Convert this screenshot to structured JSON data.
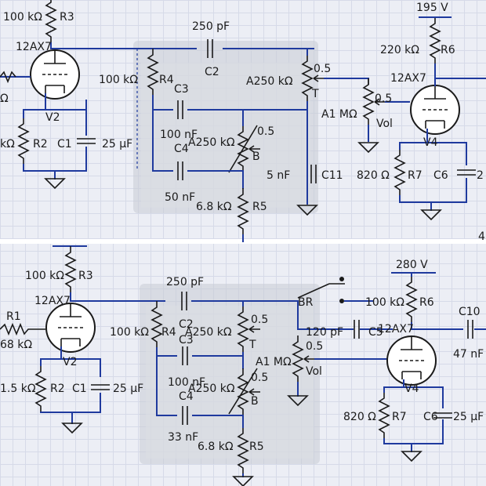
{
  "top": {
    "labels": {
      "r3": "100 kΩ",
      "r3_name": "R3",
      "tube_left": "12AX7",
      "v2": "V2",
      "cap_top_val": "250 pF",
      "c2": "C2",
      "r4_val": "100 kΩ",
      "r4_name": "R4",
      "c3": "C3",
      "pot_a_val": "A250 kΩ",
      "pot_a_pos": "0.5",
      "pot_a_tap": "T",
      "c4_val": "100 nF",
      "c4": "C4",
      "pot_b_val": "A250 kΩ",
      "pot_b_pos": "0.5",
      "pot_b_tap": "B",
      "cap_50": "50 nF",
      "r5_val": "6.8 kΩ",
      "r5_name": "R5",
      "c11_val": "5 nF",
      "c11": "C11",
      "vol_val": "A1 MΩ",
      "vol_pos": "0.5",
      "vol_name": "Vol",
      "supply": "195 V",
      "r6_val": "220 kΩ",
      "r6_name": "R6",
      "tube_right": "12AX7",
      "v4": "V4",
      "r7_val": "820 Ω",
      "r7_name": "R7",
      "c6": "C6",
      "c6_val_cut": "2",
      "r2_val": "kΩ",
      "r2_name": "R2",
      "c1": "C1",
      "c1_val": "25 µF",
      "input_r_cut": "Ω",
      "right_edge": "4"
    }
  },
  "bottom": {
    "labels": {
      "r3": "100 kΩ",
      "r3_name": "R3",
      "tube_left": "12AX7",
      "v2": "V2",
      "r1_name": "R1",
      "r1_val": "68 kΩ",
      "cap_top_val": "250 pF",
      "c2": "C2",
      "r4_val": "100 kΩ",
      "r4_name": "R4",
      "c3": "C3",
      "pot_a_val": "A250 kΩ",
      "pot_a_pos": "0.5",
      "pot_a_tap": "T",
      "c4_val": "100 nF",
      "c4": "C4",
      "pot_b_val": "A250 kΩ",
      "pot_b_pos": "0.5",
      "pot_b_tap": "B",
      "cap_33": "33 nF",
      "r5_val": "6.8 kΩ",
      "r5_name": "R5",
      "br": "BR",
      "c5_val": "120 pF",
      "c5": "C5",
      "vol_val": "A1 MΩ",
      "vol_pos": "0.5",
      "vol_name": "Vol",
      "supply": "280 V",
      "r6_val": "100 kΩ",
      "r6_name": "R6",
      "tube_right": "12AX7",
      "v4": "V4",
      "c10": "C10",
      "c10_val": "47 nF",
      "r7_val": "820 Ω",
      "r7_name": "R7",
      "c6": "C6",
      "c6_val": "25 µF",
      "r2_val": "1.5 kΩ",
      "r2_name": "R2",
      "c1": "C1",
      "c1_val": "25 µF"
    }
  }
}
